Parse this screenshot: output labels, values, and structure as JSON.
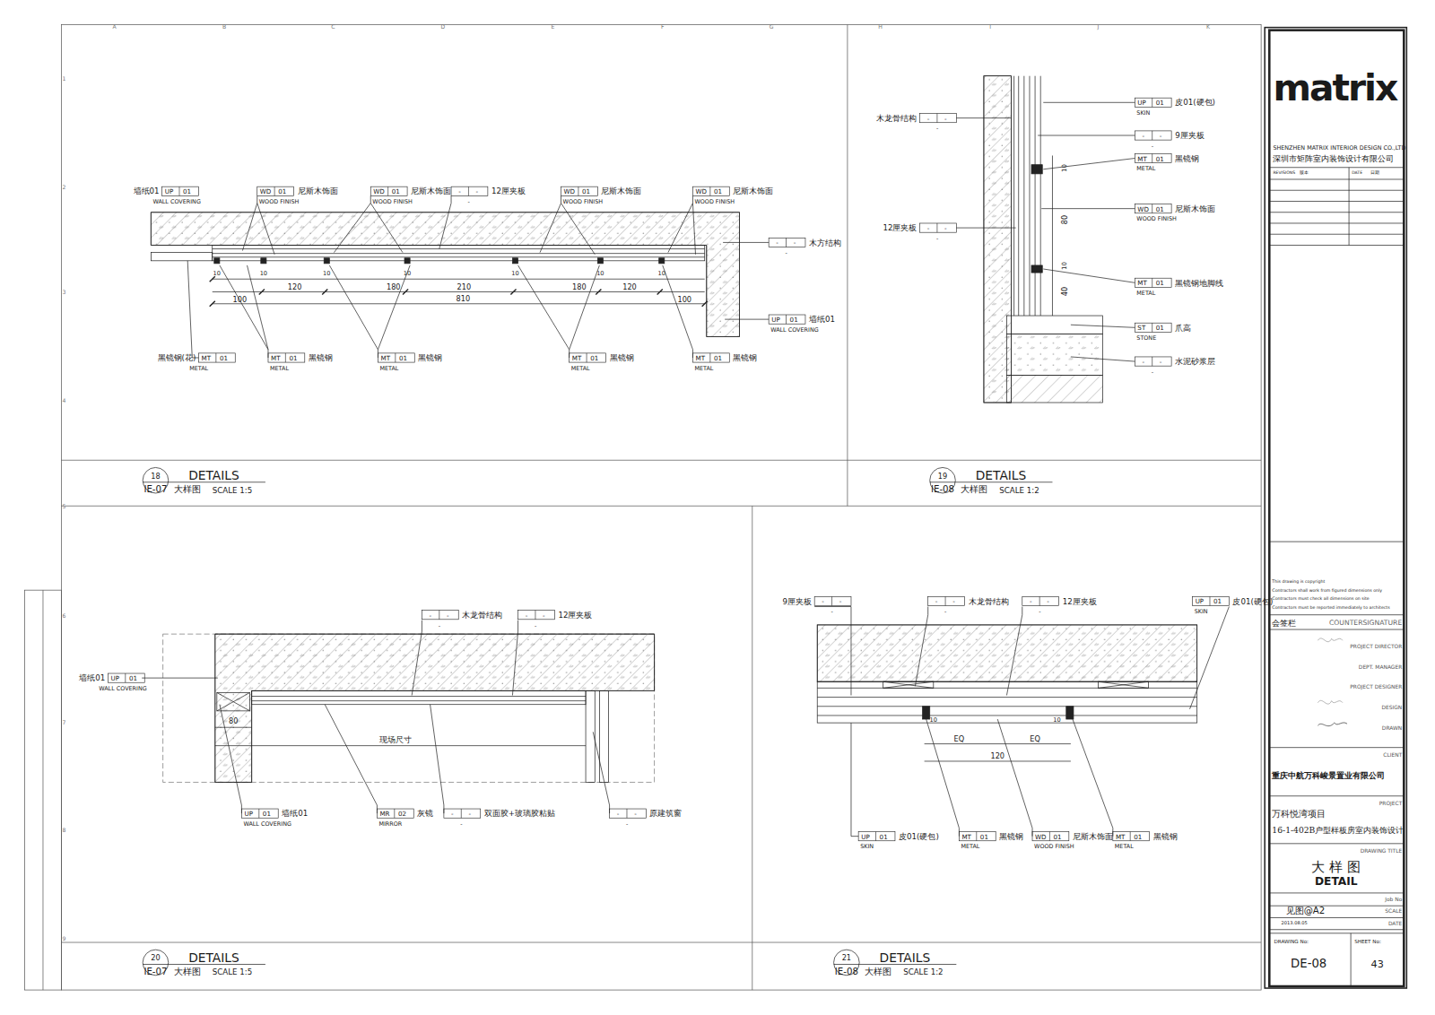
{
  "diagram": {
    "labels": [
      "A",
      "B",
      "C",
      "D",
      "E",
      "F",
      "G",
      "H",
      "I",
      "J",
      "K",
      "1",
      "2",
      "3",
      "4",
      "5",
      "6",
      "7",
      "8",
      "9",
      "墙纸01",
      "UP",
      "01",
      "WALL COVERING",
      "WD",
      "01",
      "尼斯木饰面",
      "WOOD FINISH",
      "WD",
      "01",
      "尼斯木饰面",
      "WOOD FINISH",
      "-",
      "-",
      "12厘夹板",
      "-",
      "WD",
      "01",
      "尼斯木饰面",
      "WOOD FINISH",
      "WD",
      "01",
      "尼斯木饰面",
      "WOOD FINISH",
      "-",
      "-",
      "木方结构",
      "-",
      "UP",
      "01",
      "墙纸01",
      "WALL COVERING",
      "黑镜钢(花)",
      "MT",
      "01",
      "METAL",
      "MT",
      "01",
      "黑镜钢",
      "METAL",
      "MT",
      "01",
      "黑镜钢",
      "METAL",
      "MT",
      "01",
      "黑镜钢",
      "METAL",
      "MT",
      "01",
      "黑镜钢",
      "METAL",
      "10",
      "10",
      "10",
      "10",
      "10",
      "10",
      "10",
      "100",
      "120",
      "180",
      "210",
      "180",
      "120",
      "100",
      "810",
      "18",
      "IE-07",
      "DETAILS",
      "大样图",
      "SCALE  1:5",
      "木龙骨结构",
      "-",
      "-",
      "-",
      "12厘夹板",
      "-",
      "-",
      "-",
      "UP",
      "01",
      "皮01(硬包)",
      "SKIN",
      "-",
      "-",
      "9厘夹板",
      "-",
      "MT",
      "01",
      "黑镜钢",
      "METAL",
      "WD",
      "01",
      "尼斯木饰面",
      "WOOD FINISH",
      "MT",
      "01",
      "黑镜钢地脚线",
      "METAL",
      "ST",
      "01",
      "爪高",
      "STONE",
      "-",
      "-",
      "水泥砂浆层",
      "-",
      "10",
      "80",
      "10",
      "40",
      "19",
      "IE-08",
      "DETAILS",
      "大样图",
      "SCALE  1:2",
      "墙纸01",
      "UP",
      "01",
      "WALL COVERING",
      "-",
      "-",
      "木龙骨结构",
      "-",
      "-",
      "-",
      "12厘夹板",
      "-",
      "80",
      "现场尺寸",
      "UP",
      "01",
      "墙纸01",
      "WALL COVERING",
      "MR",
      "02",
      "灰镜",
      "MIRROR",
      "-",
      "-",
      "双面胶+玻璃胶粘贴",
      "-",
      "-",
      "-",
      "原建筑窗",
      "-",
      "20",
      "IE-07",
      "DETAILS",
      "大样图",
      "SCALE  1:5",
      "9厘夹板",
      "-",
      "-",
      "-",
      "-",
      "-",
      "木龙骨结构",
      "-",
      "-",
      "-",
      "12厘夹板",
      "-",
      "UP",
      "01",
      "皮01(硬包)",
      "SKIN",
      "10",
      "10",
      "EQ",
      "EQ",
      "120",
      "UP",
      "01",
      "皮01(硬包)",
      "SKIN",
      "MT",
      "01",
      "黑镜钢",
      "METAL",
      "WD",
      "01",
      "尼斯木饰面",
      "WOOD FINISH",
      "MT",
      "01",
      "黑镜钢",
      "METAL",
      "21",
      "IE-08",
      "DETAILS",
      "大样图",
      "SCALE  1:2",
      "matrix",
      "SHENZHEN MATRIX INTERIOR DESIGN CO.,LTD",
      "深圳市矩阵室内装饰设计有限公司",
      "REVISIONS",
      "版本",
      "DATE",
      "日期",
      "This drawing is copyright",
      "Contractors shall work from figured dimensions only",
      "Contractors must check all dimensions on site",
      "Contractors must be reported immediately to architects",
      "会签栏",
      "COUNTERSIGNATURE",
      "PROJECT DIRECTOR",
      "DEPT. MANAGER",
      "PROJECT DESIGNER",
      "DESIGN",
      "DRAWN",
      "CLIENT",
      "重庆中航万科峻景置业有限公司",
      "PROJECT",
      "万科悦湾项目",
      "16-1-402B户型样板房室内装饰设计",
      "DRAWING TITLE",
      "大 样 图",
      "DETAIL",
      "Job No",
      "见图@A2",
      "SCALE",
      "2013.08.05",
      "DATE",
      "DRAWING No:",
      "SHEET No:",
      "DE-08",
      "43"
    ]
  }
}
